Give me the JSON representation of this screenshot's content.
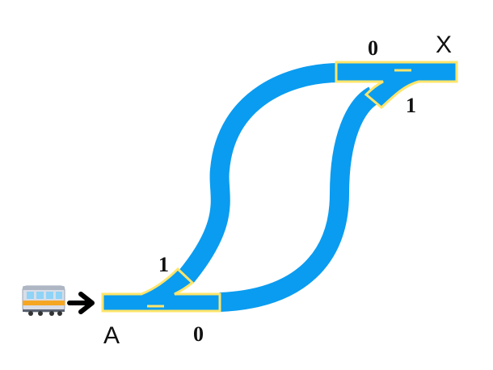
{
  "labels": {
    "start": "A",
    "end": "X",
    "switch_bottom_upper": "1",
    "switch_bottom_lower": "0",
    "switch_top_upper": "0",
    "switch_top_lower": "1"
  },
  "colors": {
    "track": "#0a9cf0",
    "switch_outline": "#ffe56a",
    "switch_marker": "#ffe56a",
    "label": "#111111",
    "train_body": "#d9dde6",
    "train_window": "#8fd3f7",
    "train_stripe": "#f5a623",
    "arrow": "#000000"
  },
  "icons": {
    "train": "train-icon",
    "arrow": "arrow-right-icon"
  }
}
